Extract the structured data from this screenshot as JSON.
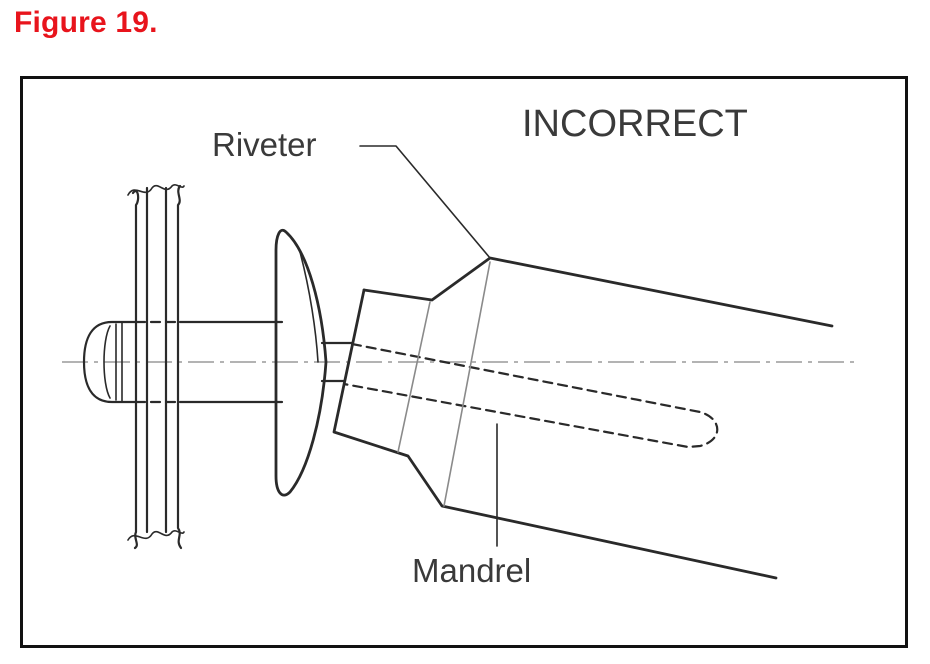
{
  "figure": {
    "title": "Figure 19.",
    "title_color": "#e8141c"
  },
  "diagram": {
    "status": "INCORRECT",
    "labels": {
      "riveter": "Riveter",
      "mandrel": "Mandrel"
    },
    "ink_color": "#2a2a2a",
    "frame_color": "#111111"
  }
}
